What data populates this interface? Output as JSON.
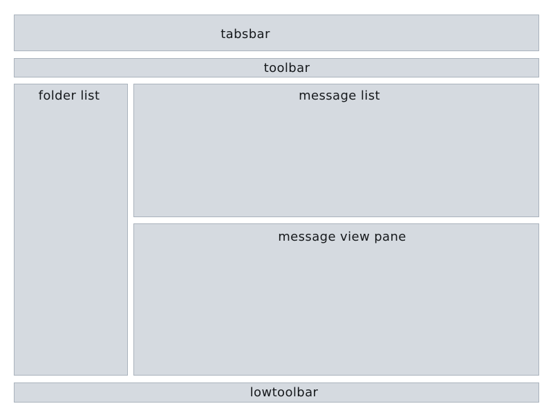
{
  "diagram": {
    "colors": {
      "background": "#ffffff",
      "panel_fill": "#d5dae0",
      "panel_border": "#a9b2bc",
      "label_text": "#15181b"
    },
    "panels": [
      {
        "id": "tabsbar",
        "label": "tabsbar"
      },
      {
        "id": "toolbar",
        "label": "toolbar"
      },
      {
        "id": "folder-list",
        "label": "folder list"
      },
      {
        "id": "message-list",
        "label": "message list"
      },
      {
        "id": "message-view-pane",
        "label": "message view pane"
      },
      {
        "id": "lowtoolbar",
        "label": "lowtoolbar"
      }
    ]
  }
}
